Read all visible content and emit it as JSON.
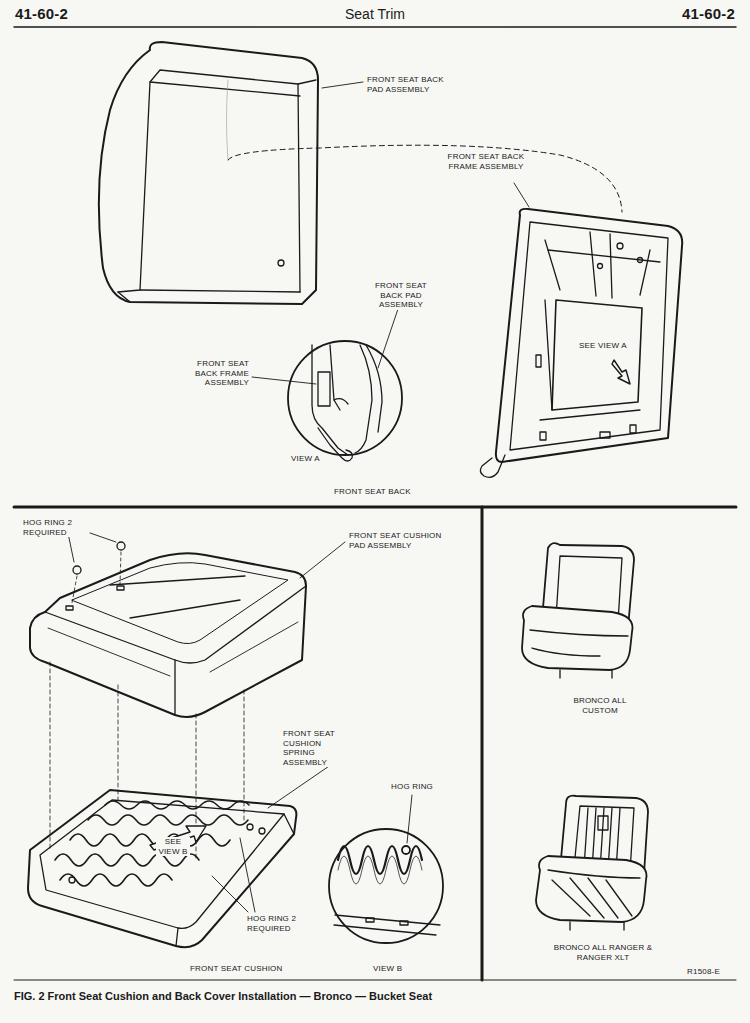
{
  "diagram": {
    "title": "Seat Trim",
    "caption": "FIG. 2 Front Seat Cushion and Back Cover Installation — Bronco — Bucket Seat",
    "labels": [
      "41-60-2",
      "41-60-2",
      "FRONT SEAT BACK PAD ASSEMBLY",
      "FRONT SEAT BACK FRAME ASSEMBLY",
      "FRONT SEAT BACK PAD ASSEMBLY",
      "FRONT SEAT BACK FRAME ASSEMBLY",
      "SEE VIEW A",
      "VIEW A",
      "FRONT SEAT BACK",
      "HOG RING 2 REQUIRED",
      "FRONT SEAT CUSHION PAD ASSEMBLY",
      "FRONT SEAT CUSHION SPRING ASSEMBLY",
      "HOG RING",
      "SEE VIEW B",
      "HOG RING 2 REQUIRED",
      "FRONT SEAT CUSHION",
      "VIEW B",
      "BRONCO ALL CUSTOM",
      "BRONCO ALL RANGER & RANGER XLT",
      "R1508-E"
    ]
  }
}
